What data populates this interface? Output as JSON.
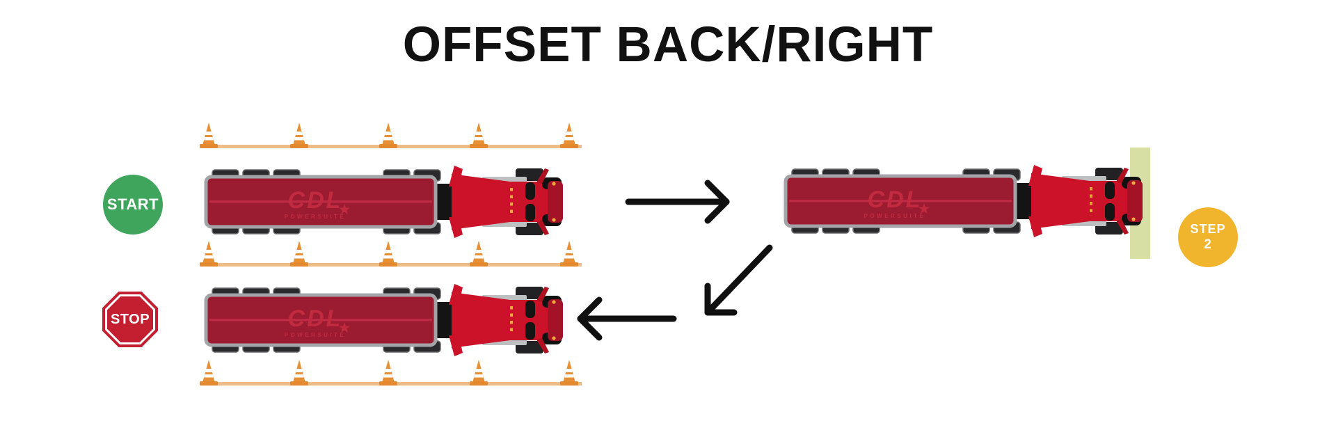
{
  "title": "OFFSET BACK/RIGHT",
  "badges": {
    "start": {
      "label": "START",
      "color": "#3FA45C"
    },
    "stop": {
      "label": "STOP",
      "color": "#C41F30"
    },
    "step2": {
      "line1": "STEP",
      "line2": "2",
      "color": "#F0B42D"
    }
  },
  "truck": {
    "logo_text": "CDL",
    "logo_star": "★",
    "logo_subtext": "POWERSUITE",
    "trailer_color": "#9B1B31",
    "trailer_stripe_color": "#BD2A43",
    "logo_color": "#C22A40",
    "cab_color": "#CB1228",
    "bumper_color": "#A31227",
    "wheel_color": "#2A2A2D",
    "trim_color": "#A2A4A7",
    "running_board_color": "#BDBFC1",
    "marker_light_color": "#F2A93B"
  },
  "course": {
    "cone_color": "#E78F35",
    "cone_base_color": "#E5892F",
    "boundary_line_color": "#EEBD87",
    "dock_marker_color": "#D8DFA4",
    "cone_rows": 3,
    "cones_per_row": 5
  },
  "arrow_color": "#101010"
}
